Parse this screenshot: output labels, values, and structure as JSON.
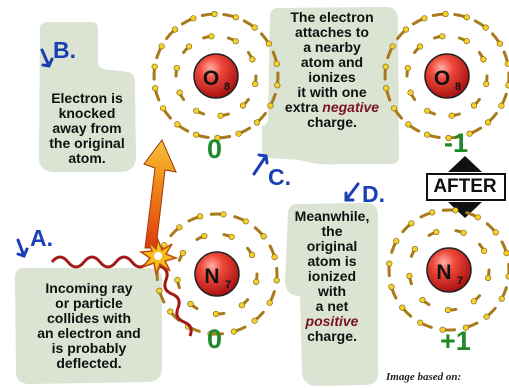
{
  "step_a": {
    "letter": "A.",
    "lines": [
      "Incoming ray",
      "or particle",
      "collides with",
      "an electron and",
      "is probably",
      "deflected."
    ]
  },
  "step_b": {
    "letter": "B.",
    "lines": [
      "Electron is",
      "knocked",
      "away from",
      "the original",
      "atom."
    ]
  },
  "step_c": {
    "letter": "C.",
    "lines": [
      "The electron",
      "attaches to",
      "a nearby",
      "atom and",
      "ionizes",
      "it with one"
    ],
    "extra_plain": "extra ",
    "extra_em": "negative",
    "last_line": "charge."
  },
  "step_d": {
    "letter": "D.",
    "lines": [
      "Meanwhile,",
      "the",
      "original",
      "atom is",
      "ionized",
      "with",
      "a net"
    ],
    "em_line": "positive",
    "last_line": "charge."
  },
  "atoms": {
    "oxygen_before": {
      "symbol": "O",
      "subscript": "8",
      "charge": "0"
    },
    "oxygen_after": {
      "symbol": "O",
      "subscript": "8",
      "charge": "-1"
    },
    "nitrogen_before": {
      "symbol": "N",
      "subscript": "7",
      "charge": "0"
    },
    "nitrogen_after": {
      "symbol": "N",
      "subscript": "7",
      "charge": "+1"
    }
  },
  "after_label": "AFTER",
  "credit": "Image based on:",
  "colors": {
    "bubble": "#dbe3d2",
    "step_letter": "#1a3fb5",
    "charge": "#1f8a2a",
    "nucleus": "#e02a2a",
    "electron_tail": "#a87a1c",
    "electron_head": "#f2d22a",
    "ray": "#a51818",
    "emphasis": "#7a1226"
  },
  "icons": [
    "down-right-arrow-icon",
    "up-right-arrow-icon",
    "down-left-arrow-icon",
    "collision-burst-icon"
  ]
}
